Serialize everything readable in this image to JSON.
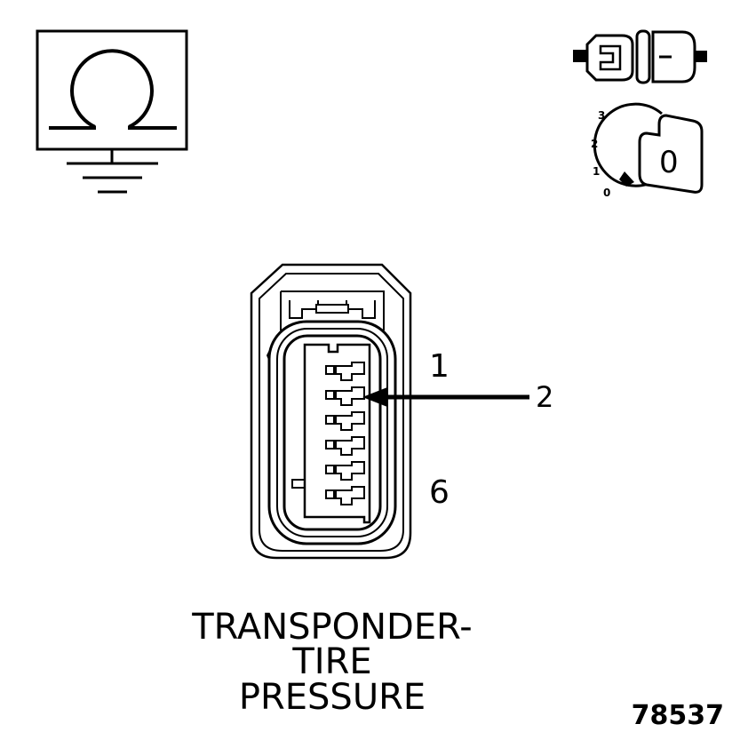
{
  "symbols": {
    "resistance_icon": "ohmmeter-ground-icon",
    "connector_icon": "disconnected-connector-icon",
    "ignition_icon": "ignition-key-icon",
    "ignition_positions": [
      "3",
      "2",
      "1",
      "0"
    ],
    "key_position_label": "0"
  },
  "connector": {
    "pin_labels": {
      "first": "1",
      "last": "6"
    },
    "pointer_label": "2",
    "pin_count": 6
  },
  "caption": {
    "line1": "TRANSPONDER-",
    "line2": "TIRE",
    "line3": "PRESSURE"
  },
  "figure_number": "78537"
}
